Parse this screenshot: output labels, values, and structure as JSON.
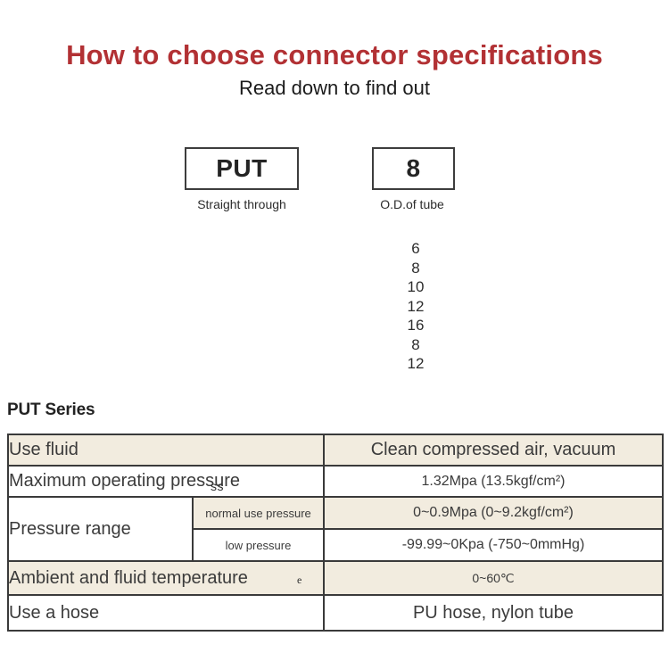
{
  "page": {
    "title": "How to choose connector specifications",
    "subtitle": "Read down to find out"
  },
  "selector_diagram": {
    "model_box": {
      "code": "PUT",
      "caption": "Straight through"
    },
    "size_box": {
      "code": "8",
      "caption": "O.D.of tube"
    },
    "size_options": [
      "6",
      "8",
      "10",
      "12",
      "16",
      "8",
      "12"
    ]
  },
  "series_section": {
    "heading": "PUT Series"
  },
  "spec_table": {
    "rows": {
      "use_fluid": {
        "label": "Use fluid",
        "value": "Clean compressed air, vacuum"
      },
      "max_pressure": {
        "label": "Maximum operating pressure",
        "value": "1.32Mpa (13.5kgf/cm²)"
      },
      "pressure_range": {
        "label": "Pressure range",
        "normal": {
          "label": "normal use pressure",
          "value": "0~0.9Mpa (0~9.2kgf/cm²)"
        },
        "low": {
          "label": "low pressure",
          "value": "-99.99~0Kpa (-750~0mmHg)"
        }
      },
      "temperature": {
        "label": "Ambient and fluid temperature",
        "value": "0~60℃"
      },
      "hose": {
        "label": "Use a hose",
        "value": "PU hose, nylon tube"
      }
    }
  },
  "artifacts": {
    "overlapping_text": "ss",
    "stray_letter": "e"
  },
  "colors": {
    "accent-red": "#b23134",
    "row-beige": "#f2ecdf",
    "table-border": "#3a3a3a"
  }
}
